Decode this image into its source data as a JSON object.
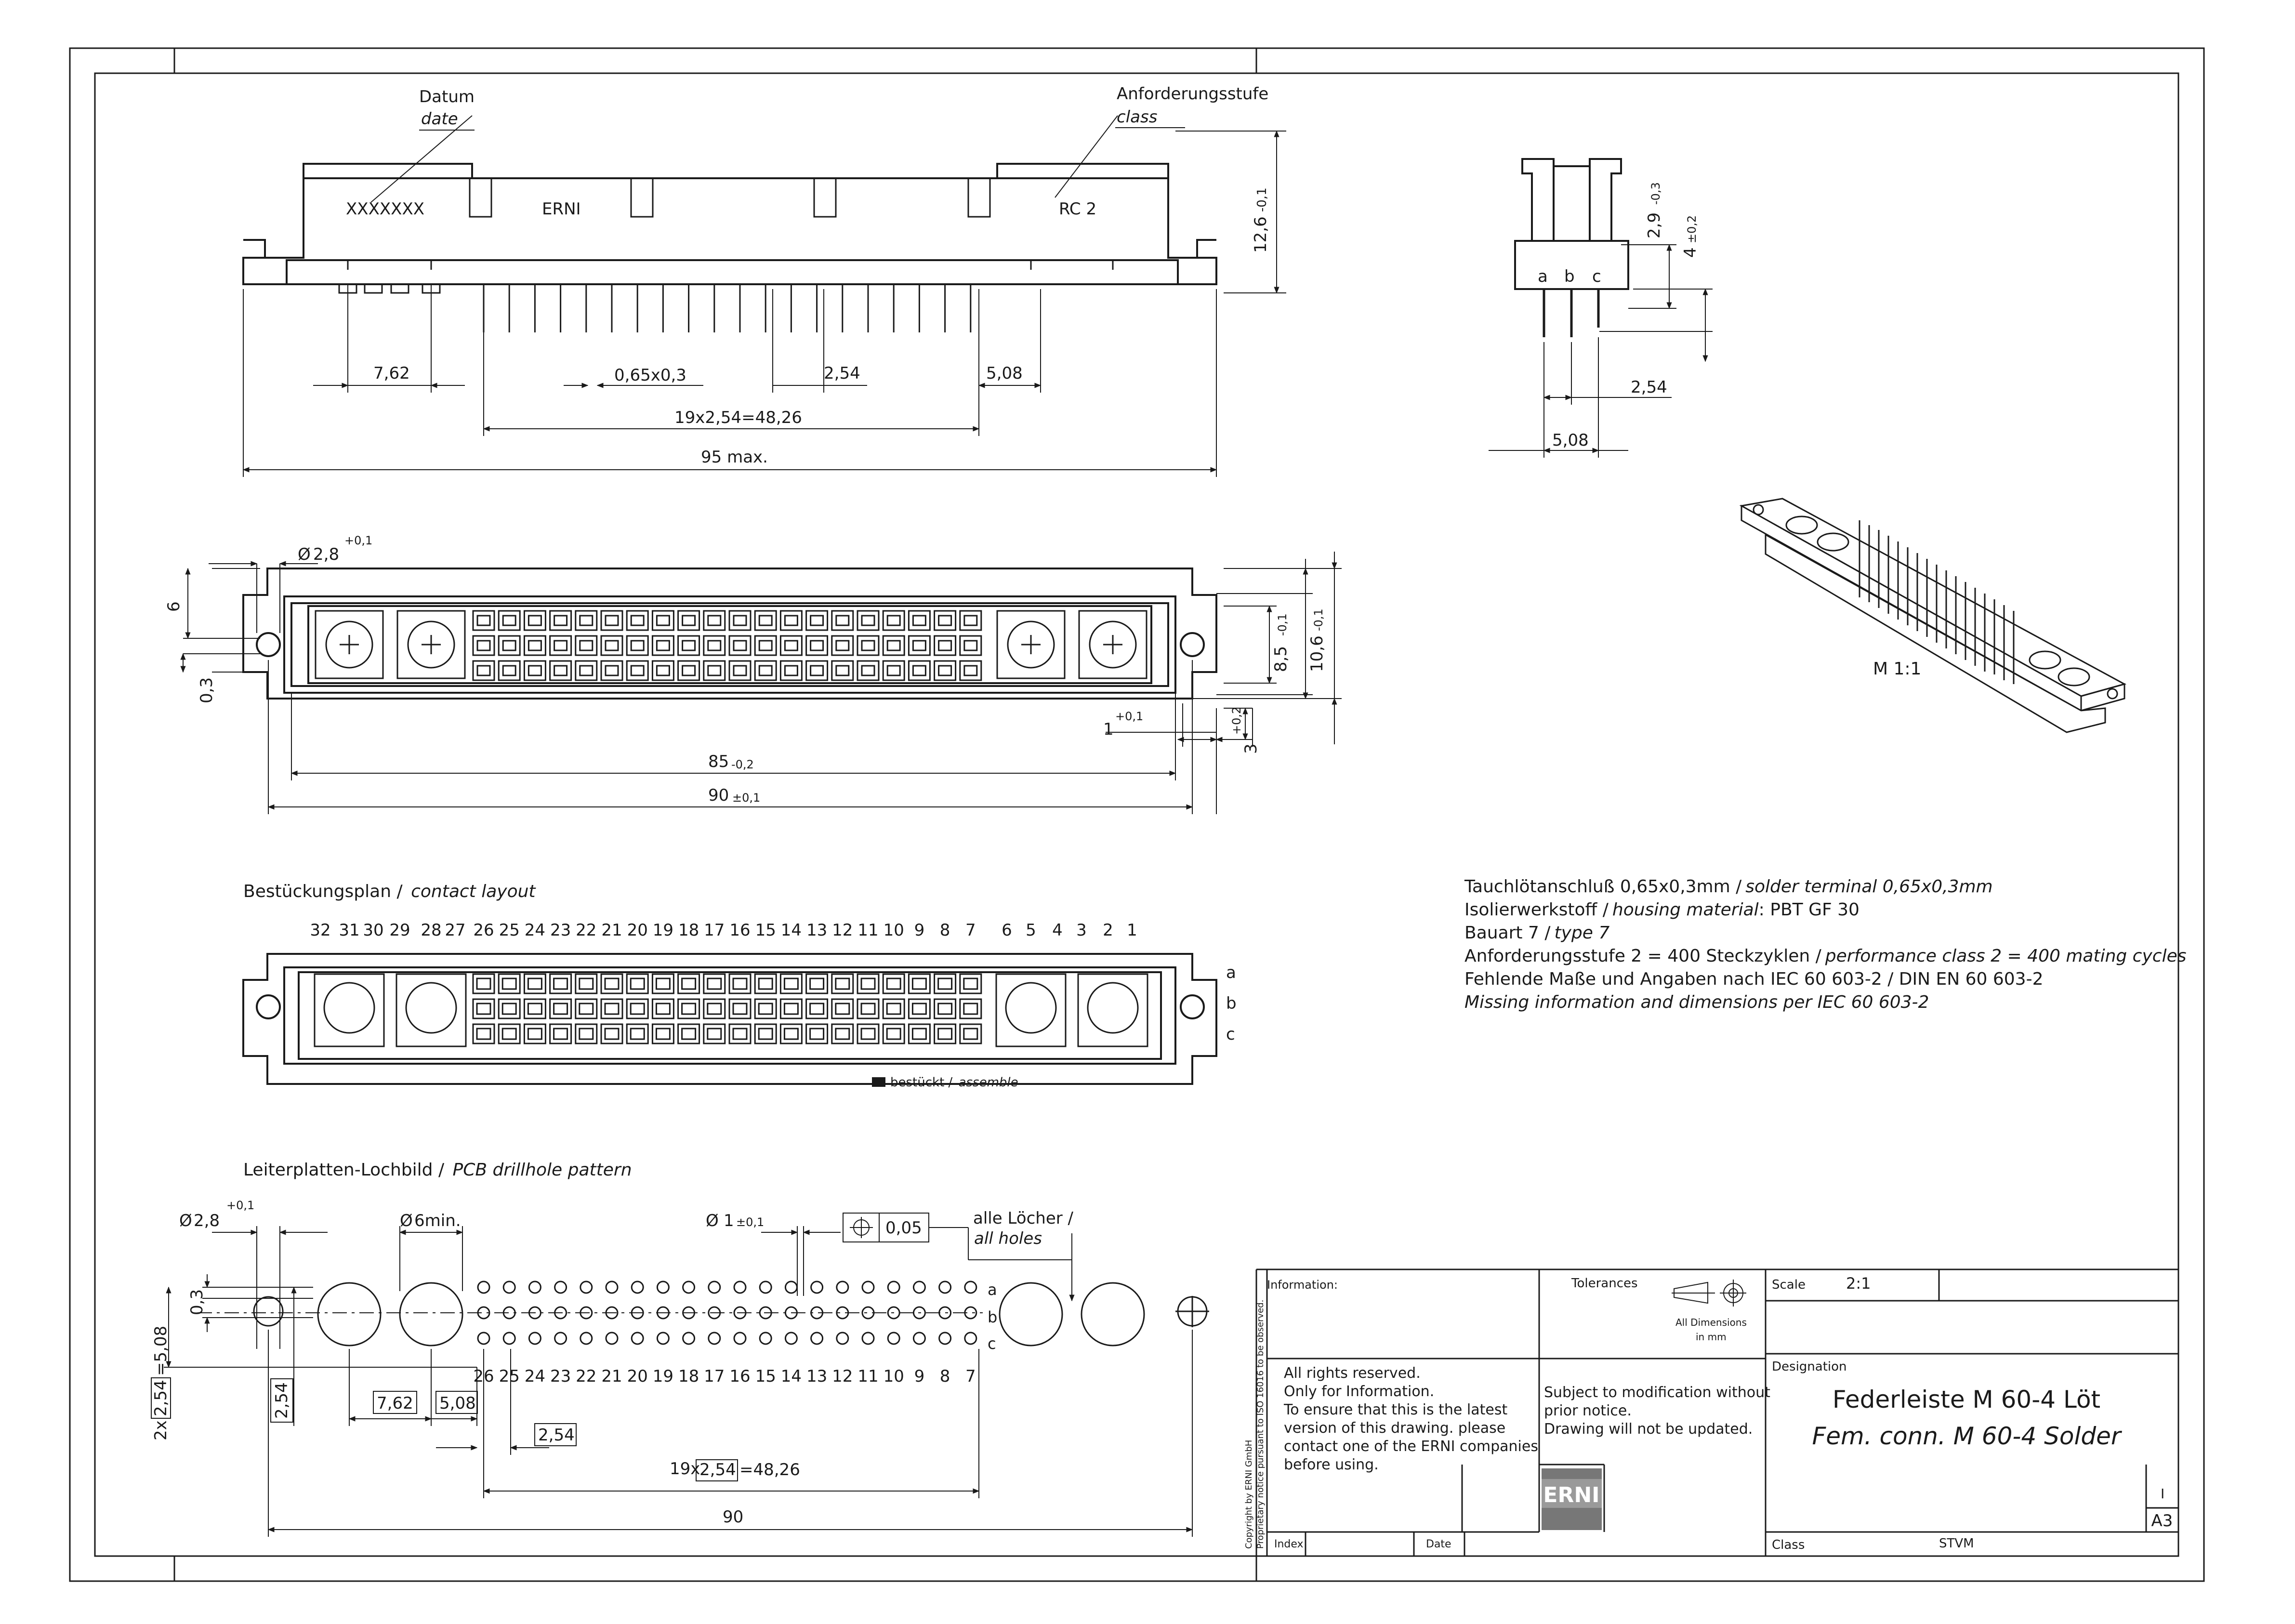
{
  "top_view": {
    "datum_label": "Datum",
    "datum_label_en": "date",
    "class_label": "Anforderungsstufe",
    "class_label_en": "class",
    "date_placeholder": "XXXXXXX",
    "brand_mark": "ERNI",
    "class_value": "RC 2",
    "dim_7_62": "7,62",
    "dim_0_65": "0,65x0,3",
    "dim_2_54": "2,54",
    "dim_5_08": "5,08",
    "dim_pitch": "19x2,54=48,26",
    "dim_95": "95 max.",
    "dim_12_6": "12,6",
    "dim_12_6_tol": "-0,1"
  },
  "side_view": {
    "rows": [
      "a",
      "b",
      "c"
    ],
    "dim_2_9": "2,9",
    "dim_2_9_tol": "-0,3",
    "dim_4": "4",
    "dim_4_tol": "±0,2",
    "dim_2_54": "2,54",
    "dim_5_08": "5,08"
  },
  "iso_view": {
    "scale_label": "M 1:1"
  },
  "plan_view": {
    "dim_2_8": "2,8",
    "dim_2_8_tol": "+0,1",
    "diameter_symbol": "Ø",
    "dim_6": "6",
    "dim_0_3": "0,3",
    "dim_8_5": "8,5",
    "dim_8_5_tol": "-0,1",
    "dim_10_6": "10,6",
    "dim_10_6_tol": "-0,1",
    "dim_1": "1",
    "dim_1_tol": "+0,1",
    "dim_3": "3",
    "dim_3_tol": "+0,2",
    "dim_85": "85",
    "dim_85_tol": "-0,2",
    "dim_90": "90",
    "dim_90_tol": "±0,1"
  },
  "contact_layout": {
    "title": "Bestückungsplan /",
    "title_en": "contact layout",
    "column_numbers": [
      "32",
      "31",
      "30",
      "29",
      "28",
      "27",
      "26",
      "25",
      "24",
      "23",
      "22",
      "21",
      "20",
      "19",
      "18",
      "17",
      "16",
      "15",
      "14",
      "13",
      "12",
      "11",
      "10",
      "9",
      "8",
      "7",
      "6",
      "5",
      "4",
      "3",
      "2",
      "1"
    ],
    "rows": [
      "a",
      "b",
      "c"
    ],
    "legend": "bestückt /",
    "legend_en": "assemble"
  },
  "pcb_pattern": {
    "title": "Leiterplatten-Lochbild /",
    "title_en": "PCB drillhole pattern",
    "dim_2_8": "2,8",
    "dim_2_8_tol": "+0,1",
    "dim_6min": "6min.",
    "dim_1": "1",
    "dim_1_tol": "±0,1",
    "tolerance_value": "0,05",
    "all_holes": "alle Löcher /",
    "all_holes_en": "all holes",
    "column_numbers": [
      "26",
      "25",
      "24",
      "23",
      "22",
      "21",
      "20",
      "19",
      "18",
      "17",
      "16",
      "15",
      "14",
      "13",
      "12",
      "11",
      "10",
      "9",
      "8",
      "7"
    ],
    "rows": [
      "a",
      "b",
      "c"
    ],
    "dim_0_3": "0,3",
    "dim_2x_prefix": "2x",
    "dim_2x_box": "2,54",
    "dim_2x_suffix": "=5,08",
    "dim_2_54": "2,54",
    "dim_7_62": "7,62",
    "dim_5_08": "5,08",
    "dim_2_54b": "2,54",
    "dim_pitch_prefix": "19x",
    "dim_pitch_box": "2,54",
    "dim_pitch_suffix": "=48,26",
    "dim_90": "90"
  },
  "notes": [
    {
      "de": "Tauchlötanschluß 0,65x0,3mm /",
      "en": "solder terminal 0,65x0,3mm"
    },
    {
      "de": "Isolierwerkstoff /",
      "en": "housing material",
      "tail": ": PBT GF 30"
    },
    {
      "de": "Bauart 7 /",
      "en": "type 7"
    },
    {
      "de": "Anforderungsstufe 2 = 400 Steckzyklen /",
      "en": "performance class 2 = 400 mating cycles"
    },
    {
      "de": "Fehlende Maße und Angaben nach IEC 60 603-2 / DIN EN 60 603-2"
    },
    {
      "en": "Missing information and dimensions per IEC 60 603-2"
    }
  ],
  "title_block": {
    "information_label": "Information:",
    "tolerances_label": "Tolerances",
    "all_dimensions": "All Dimensions",
    "in_mm": "in mm",
    "scale_label": "Scale",
    "scale_value": "2:1",
    "designation_label": "Designation",
    "designation_de": "Federleiste M 60-4 Löt",
    "designation_en": "Fem. conn. M 60-4 Solder",
    "rights": [
      "All rights reserved.",
      "Only for Information.",
      "To ensure that this is the latest",
      "version of this drawing. please",
      "contact one of the ERNI companies",
      "before using."
    ],
    "modification": [
      "Subject to modification without",
      "prior notice.",
      "Drawing will not be updated."
    ],
    "logo_text": "ERNI",
    "index_label": "Index",
    "date_label": "Date",
    "class_label": "Class",
    "class_value": "STVM",
    "revision": "I",
    "format": "A3",
    "copyright_1": "Copyright by ERNI GmbH",
    "copyright_2": "Proprietary notice pursuant to ISO 16016 to be observed."
  }
}
